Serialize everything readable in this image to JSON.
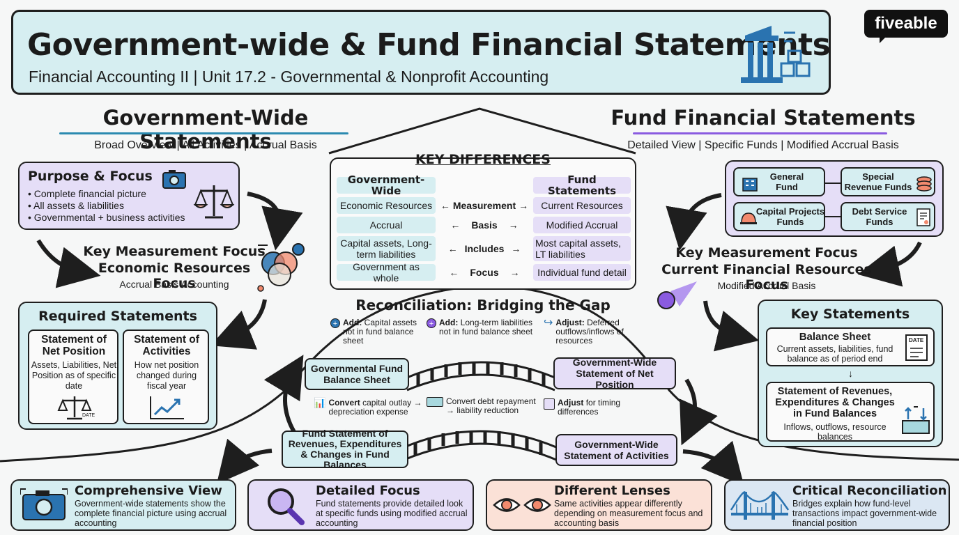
{
  "header": {
    "title": "Government-wide & Fund Financial Statements",
    "subtitle": "Financial Accounting II | Unit 17.2 - Governmental & Nonprofit Accounting",
    "logo": "fiveable"
  },
  "left": {
    "heading": "Government-Wide Statements",
    "tagline": "Broad Overview | All Activities | Accrual Basis",
    "purpose": {
      "title": "Purpose & Focus",
      "bullets": [
        "Complete financial picture",
        "All assets & liabilities",
        "Governmental + business activities"
      ]
    },
    "measurement": {
      "line1": "Key Measurement Focus",
      "line2": "Economic Resources Focus",
      "basis": "Accrual Basis Accounting"
    },
    "required": {
      "title": "Required Statements",
      "net_position": {
        "title": "Statement of Net Position",
        "desc": "Assets, Liabilities, Net Position as of specific date",
        "icon_label": "DATE"
      },
      "activities": {
        "title": "Statement of Activities",
        "desc": "How net position changed during fiscal year"
      }
    }
  },
  "right": {
    "heading": "Fund Financial Statements",
    "tagline": "Detailed View | Specific Funds | Modified Accrual Basis",
    "funds": [
      "General Fund",
      "Special Revenue Funds",
      "Capital Projects Funds",
      "Debt Service Funds"
    ],
    "measurement": {
      "line1": "Key Measurement Focus",
      "line2": "Current Financial Resources Focus",
      "basis": "Modified Accrual Basis"
    },
    "key_statements": {
      "title": "Key Statements",
      "balance_sheet": {
        "title": "Balance Sheet",
        "desc": "Current assets, liabilities, fund balance as of period end",
        "icon_label": "DATE"
      },
      "revenues": {
        "title": "Statement of Revenues, Expenditures & Changes in Fund Balances",
        "desc": "Inflows, outflows, resource balances"
      }
    }
  },
  "key_differences": {
    "title": "KEY DIFFERENCES",
    "col_left": "Government-Wide",
    "col_right": "Fund Statements",
    "rows": [
      {
        "left": "Economic Resources",
        "mid": "Measurement",
        "right": "Current Resources"
      },
      {
        "left": "Accrual",
        "mid": "Basis",
        "right": "Modified Accrual"
      },
      {
        "left": "Capital assets, Long-term liabilities",
        "mid": "Includes",
        "right": "Most capital assets, LT liabilities"
      },
      {
        "left": "Government as whole",
        "mid": "Focus",
        "right": "Individual fund detail"
      }
    ]
  },
  "reconciliation": {
    "title": "Reconciliation: Bridging the Gap",
    "notes_top": [
      {
        "bold": "Add:",
        "text": "Capital assets not in fund balance sheet"
      },
      {
        "bold": "Add:",
        "text": "Long-term liabilities not in fund balance sheet"
      },
      {
        "bold": "Adjust:",
        "text": "Deferred outflows/inflows of resources"
      }
    ],
    "bridge1_left": "Governmental Fund Balance Sheet",
    "bridge1_right": "Government-Wide Statement of Net Position",
    "notes_mid": [
      {
        "bold": "Convert",
        "text": "capital outlay → depreciation expense"
      },
      {
        "bold": "",
        "text": "Convert debt repayment → liability reduction"
      },
      {
        "bold": "Adjust",
        "text": "for timing differences"
      }
    ],
    "bridge2_left": "Fund Statement of Revenues, Expenditures & Changes in Fund Balances",
    "bridge2_right": "Government-Wide Statement of Activities"
  },
  "bottom": [
    {
      "title": "Comprehensive View",
      "desc": "Government-wide statements show the complete financial picture using accrual accounting",
      "icon": "camera-icon"
    },
    {
      "title": "Detailed Focus",
      "desc": "Fund statements provide detailed look at specific funds using modified accrual accounting",
      "icon": "magnifier-icon"
    },
    {
      "title": "Different Lenses",
      "desc": "Same activities appear differently depending on measurement focus and accounting basis",
      "icon": "eyes-icon"
    },
    {
      "title": "Critical Reconciliation",
      "desc": "Bridges explain how fund-level transactions impact government-wide financial position",
      "icon": "bridge-icon"
    }
  ],
  "colors": {
    "teal": "#d6eef1",
    "lavender": "#e5def7",
    "peach": "#fbe1d7",
    "blue": "#dbe7f3",
    "icon_blue": "#2a73b0"
  }
}
